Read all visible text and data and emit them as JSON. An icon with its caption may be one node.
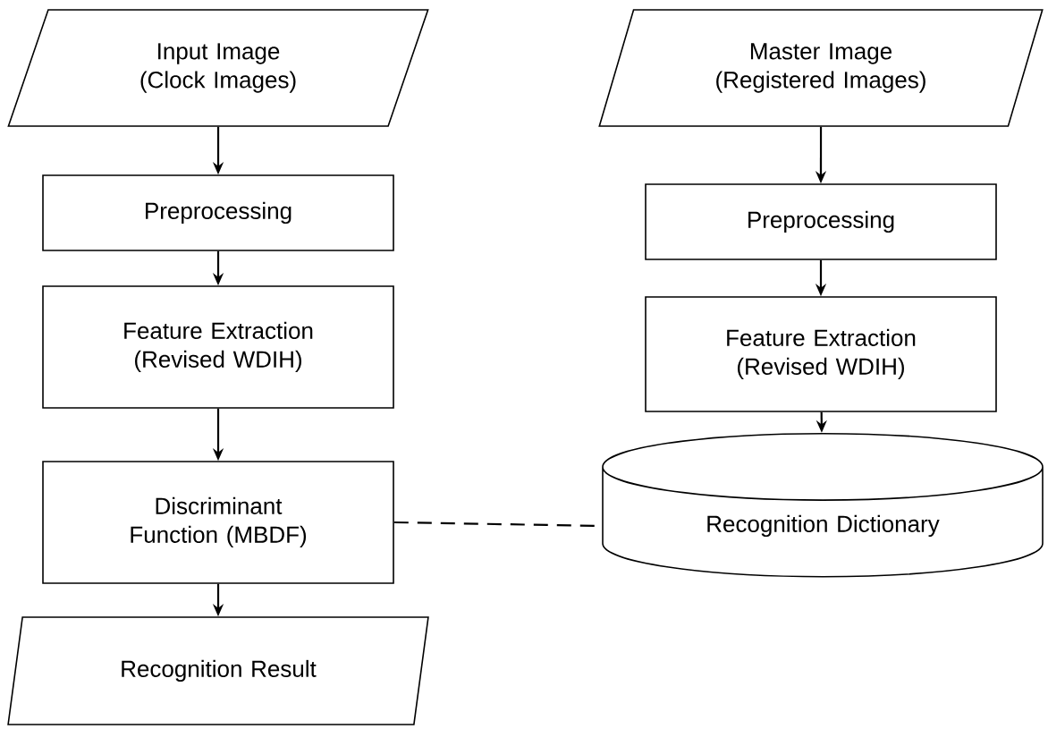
{
  "diagram": {
    "nodes": [
      {
        "text": [
          "Input Image (Clock Images)"
        ]
      },
      {
        "text": [
          "Preprocessing"
        ]
      },
      {
        "text": [
          "Feature Extraction (Revised WDIH)"
        ]
      },
      {
        "text": [
          "Discriminant Function (MBDF)"
        ]
      },
      {
        "text": [
          "Recognition Result"
        ]
      },
      {
        "text": [
          "Master Image (Registered Images)"
        ]
      },
      {
        "text": [
          "Preprocessing"
        ]
      },
      {
        "text": [
          "Feature Extraction (Revised WDIH)"
        ]
      },
      {
        "text": [
          "Recognition Dictionary"
        ]
      }
    ],
    "edges": [
      {
        "from": 0,
        "to": 1,
        "arrow": "to"
      },
      {
        "from": 1,
        "to": 2,
        "arrow": "to"
      },
      {
        "from": 2,
        "to": 3,
        "arrow": "to"
      },
      {
        "from": 3,
        "to": 4,
        "arrow": "to"
      },
      {
        "from": 5,
        "to": 6,
        "arrow": "to"
      },
      {
        "from": 6,
        "to": 7,
        "arrow": "to"
      },
      {
        "from": 7,
        "to": 8,
        "arrow": "to"
      },
      {
        "from": 3,
        "to": 8,
        "arrow": "none",
        "style": "dashed"
      }
    ]
  }
}
